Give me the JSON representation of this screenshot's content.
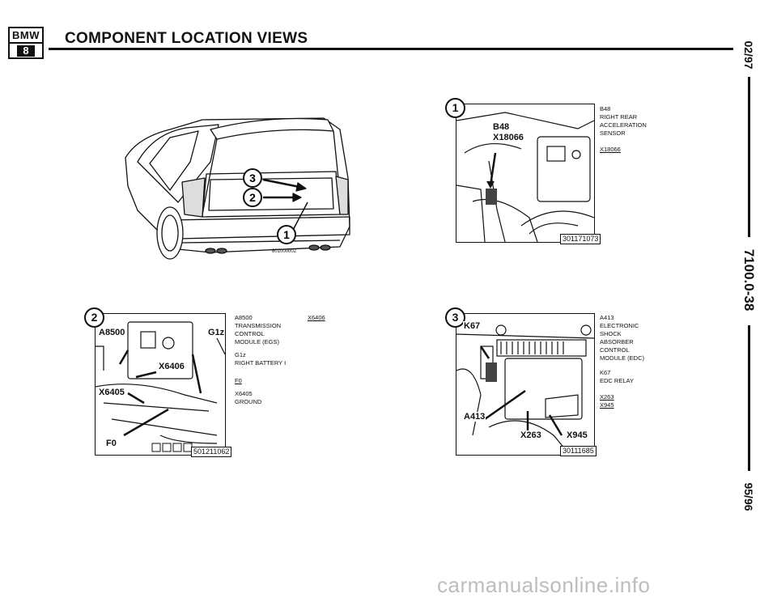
{
  "header": {
    "logo_top": "BMW",
    "logo_num": "8",
    "title": "COMPONENT LOCATION VIEWS"
  },
  "margin": {
    "date_top": "02/97",
    "page_number": "7100.0-38",
    "date_bottom": "95/96"
  },
  "car_view": {
    "callouts": [
      "3",
      "2",
      "1"
    ],
    "code": "801000002"
  },
  "view1": {
    "badge": "1",
    "labels": [
      "B48",
      "X18066"
    ],
    "figure_number": "301171073",
    "legend": [
      "B48",
      "RIGHT REAR",
      "ACCELERATION",
      "SENSOR",
      "X18066"
    ]
  },
  "view2": {
    "badge": "2",
    "labels": [
      "A8500",
      "G1z",
      "X6406",
      "X6405",
      "F0"
    ],
    "figure_number": "501211062",
    "legend": [
      "A8500",
      "TRANSMISSION",
      "CONTROL",
      "MODULE (EGS)",
      "G1z",
      "RIGHT BATTERY I",
      "F0",
      "X6405",
      "GROUND"
    ],
    "legend_side": "X6406"
  },
  "view3": {
    "badge": "3",
    "labels": [
      "K67",
      "A413",
      "X263",
      "X945"
    ],
    "figure_number": "30111685",
    "legend": [
      "A413",
      "ELECTRONIC",
      "SHOCK",
      "ABSORBER",
      "CONTROL",
      "MODULE (EDC)",
      "K67",
      "EDC RELAY",
      "X263",
      "X945"
    ]
  },
  "watermark": "carmanualsonline.info"
}
